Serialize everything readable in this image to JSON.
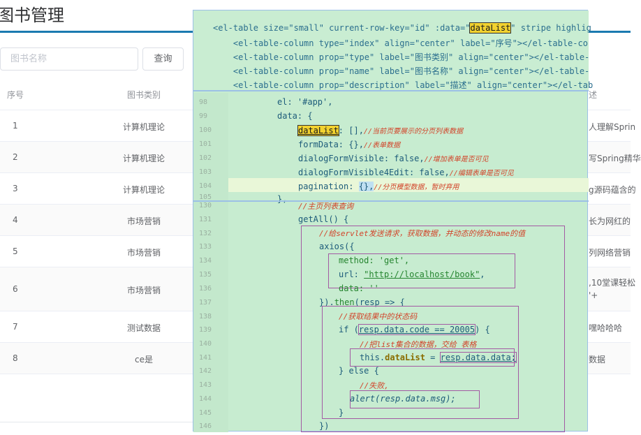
{
  "page_title": "图书管理",
  "search": {
    "placeholder": "图书名称",
    "button": "查询"
  },
  "table": {
    "headers": [
      "序号",
      "图书类别",
      "述"
    ],
    "rows": [
      {
        "idx": "1",
        "type": "计算机理论",
        "desc": "人理解Sprin"
      },
      {
        "idx": "2",
        "type": "计算机理论",
        "desc": "写Spring精华"
      },
      {
        "idx": "3",
        "type": "计算机理论",
        "desc": "g源码蕴含的"
      },
      {
        "idx": "4",
        "type": "市场营销",
        "desc": "长为网红的"
      },
      {
        "idx": "5",
        "type": "市场营销",
        "desc": "列网络营销"
      },
      {
        "idx": "6",
        "type": "市场营销",
        "desc": ",10堂课轻松",
        "desc2": "'+"
      },
      {
        "idx": "7",
        "type": "测试数据",
        "desc": "嘿哈哈哈"
      },
      {
        "idx": "8",
        "type": "ce是",
        "desc": "数据"
      }
    ]
  },
  "template_code": [
    "<el-table size=\"small\" current-row-key=\"id\" :data=\"dataList\" stripe highlig",
    "    <el-table-column type=\"index\" align=\"center\" label=\"序号\"></el-table-co",
    "    <el-table-column prop=\"type\" label=\"图书类别\" align=\"center\"></el-table-",
    "    <el-table-column prop=\"name\" label=\"图书名称\" align=\"center\"></el-table-",
    "    <el-table-column prop=\"description\" label=\"描述\" align=\"center\"></el-tab"
  ],
  "line_numbers": [
    "98",
    "99",
    "100",
    "101",
    "102",
    "103",
    "104",
    "105",
    "130",
    "131",
    "132",
    "133",
    "134",
    "135",
    "136",
    "137",
    "138",
    "139",
    "140",
    "141",
    "142",
    "143",
    "144",
    "145",
    "146"
  ],
  "code": {
    "l98": "el: '#app',",
    "l99": "data: {",
    "l100a": "dataList",
    "l100b": ": [],",
    "l100c": "//当前页要展示的分页列表数据",
    "l101a": "formData: {},",
    "l101c": "//表单数据",
    "l102a": "dialogFormVisible: false,",
    "l102c": "//增加表单是否可见",
    "l103a": "dialogFormVisible4Edit: false,",
    "l103c": "//编辑表单是否可见",
    "l104a": "pagination: ",
    "l104b": "{},",
    "l104c": "//分页模型数据，暂时弃用",
    "l105": "},",
    "l130": "//主页列表查询",
    "l131": "getAll() {",
    "l132": "//给servlet发送请求，获取数据，并动态的修改name的值",
    "l133": "axios({",
    "l134": "method: 'get',",
    "l135a": "url: ",
    "l135b": "\"http://localhost/book\"",
    "l135c": ",",
    "l136": "data: ''",
    "l137a": "}).",
    "l137b": "then",
    "l137c": "(resp => {",
    "l138": "//获取结果中的状态码",
    "l139a": "if (",
    "l139b": "resp.data.code == 20005",
    "l139c": ") {",
    "l140": "//把list集合的数据，交给 表格",
    "l141a": "this.",
    "l141b": "dataList",
    "l141c": " = ",
    "l141d": "resp.data.data;",
    "l142": "} else {",
    "l143": "//失败,",
    "l144": "alert(resp.data.msg);",
    "l145": "}",
    "l146": "})"
  },
  "colors": {
    "accent": "#1b7ab0",
    "overlay_bg": "#c7ecd0",
    "highlight": "#f2d22f",
    "comment": "#d2442a"
  }
}
